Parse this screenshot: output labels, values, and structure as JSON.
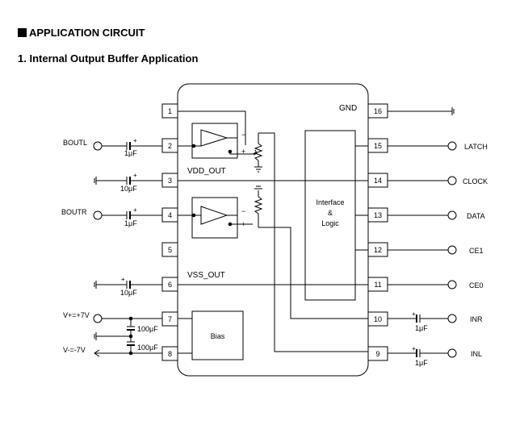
{
  "header": {
    "title": "APPLICATION CIRCUIT",
    "subtitle": "1. Internal Output Buffer Application"
  },
  "chip": {
    "gnd_label": "GND",
    "vdd_out_label": "VDD_OUT",
    "vss_out_label": "VSS_OUT",
    "bias_label": "Bias",
    "logic_line1": "Interface",
    "logic_line2": "&",
    "logic_line3": "Logic",
    "opamp_minus": "−",
    "opamp_plus": "+"
  },
  "left_pins": [
    {
      "number": "1"
    },
    {
      "number": "2"
    },
    {
      "number": "3"
    },
    {
      "number": "4"
    },
    {
      "number": "5"
    },
    {
      "number": "6"
    },
    {
      "number": "7"
    },
    {
      "number": "8"
    }
  ],
  "right_pins": [
    {
      "number": "16"
    },
    {
      "number": "15"
    },
    {
      "number": "14"
    },
    {
      "number": "13"
    },
    {
      "number": "12"
    },
    {
      "number": "11"
    },
    {
      "number": "10"
    },
    {
      "number": "9"
    }
  ],
  "signals": {
    "boutl": "BOUTL",
    "boutr": "BOUTR",
    "vplus": "V+=+7V",
    "vminus": "V-=-7V",
    "latch": "LATCH",
    "clock": "CLOCK",
    "data": "DATA",
    "ce1": "CE1",
    "ce0": "CE0",
    "inr": "INR",
    "inl": "INL"
  },
  "components": {
    "c_pin2": "1μF",
    "c_pin3": "10μF",
    "c_pin4": "1μF",
    "c_pin6": "10μF",
    "c_pin7": "100μF",
    "c_pin8": "100μF",
    "c_pin10": "1μF",
    "c_pin9": "1μF",
    "polarity": "+"
  }
}
